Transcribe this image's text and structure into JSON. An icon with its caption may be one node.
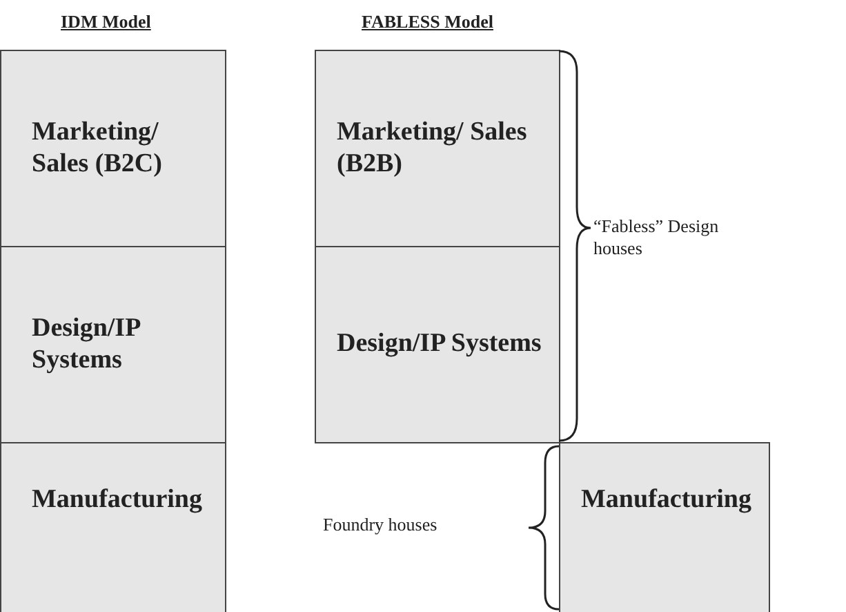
{
  "diagram": {
    "nodes": [
      {
        "text": [
          "Marketing/ Sales (B2C)"
        ]
      },
      {
        "text": [
          "Design/IP Systems"
        ]
      },
      {
        "text": [
          "Manufacturing"
        ]
      },
      {
        "text": [
          "Marketing/ Sales (B2B)"
        ]
      },
      {
        "text": [
          "Design/IP Systems"
        ]
      },
      {
        "text": [
          "Manufacturing"
        ]
      }
    ],
    "edges": [],
    "labels": [
      "IDM Model",
      "FABLESS Model",
      "“Fabless” Design houses",
      "Foundry houses"
    ]
  }
}
